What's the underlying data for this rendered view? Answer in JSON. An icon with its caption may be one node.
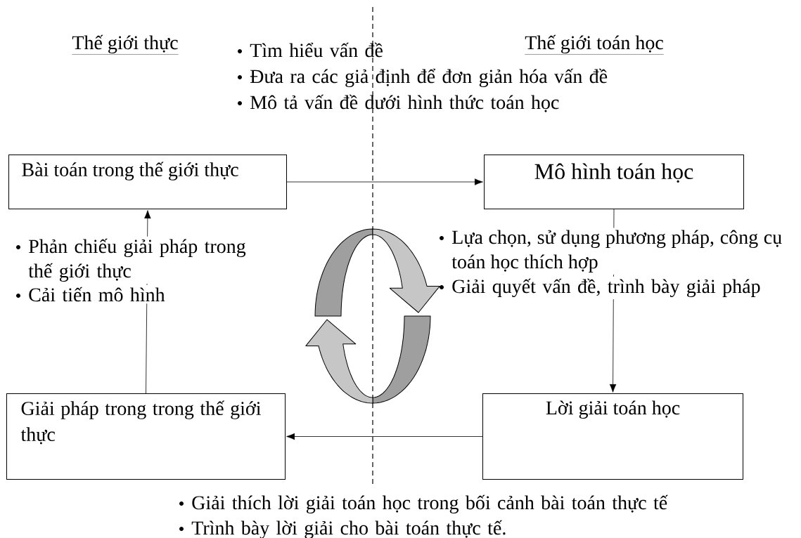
{
  "diagram": {
    "nodes": [
      {
        "text": [
          "Bài toán trong thế giới thực"
        ]
      },
      {
        "text": [
          "Mô hình toán học"
        ]
      },
      {
        "text": [
          "Lời giải toán học"
        ]
      },
      {
        "text": [
          "Giải pháp trong trong thế giới thực"
        ]
      }
    ],
    "edges": [
      {
        "from": 0,
        "to": 1,
        "arrow": "to"
      },
      {
        "from": 1,
        "to": 2,
        "arrow": "to"
      },
      {
        "from": 2,
        "to": 3,
        "arrow": "to"
      },
      {
        "from": 3,
        "to": 0,
        "arrow": "to"
      }
    ],
    "labels": [
      "Thế giới thực",
      "Thế giới toán học",
      "Tìm hiểu vấn đề",
      "Đưa ra các giả định để đơn giản hóa vấn đề",
      "Mô tả vấn đề dưới hình thức toán học",
      "Phản chiếu giải pháp trong thế giới thực",
      "Cải tiến mô hình",
      "Lựa chọn, sử dụng phương pháp, công cụ toán học thích hợp",
      "Giải quyết vấn đề, trình bày giải pháp",
      "Giải thích lời giải toán học trong bối cảnh bài toán thực tế",
      "Trình bày lời giải cho bài toán thực tế."
    ]
  }
}
